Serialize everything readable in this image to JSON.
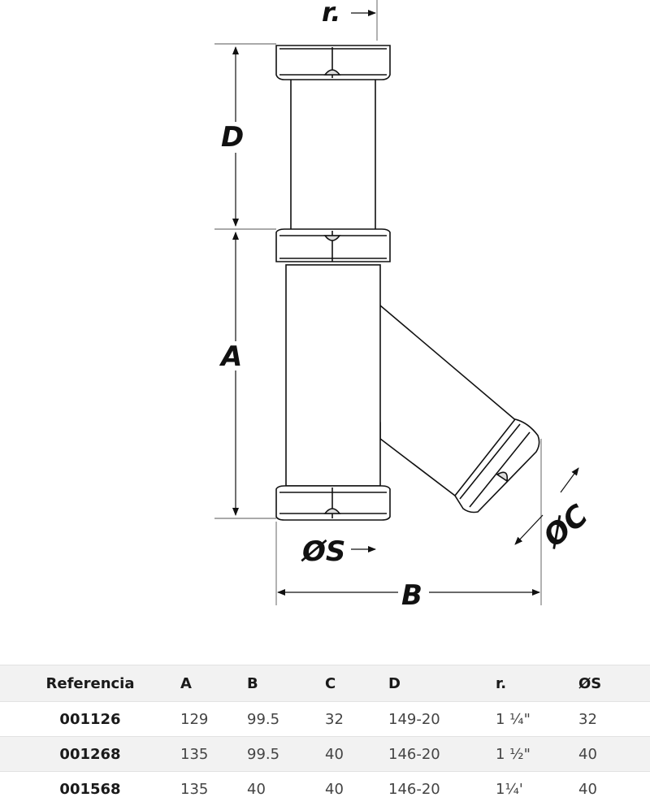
{
  "diagram": {
    "labels": {
      "r": "r.",
      "D": "D",
      "A": "A",
      "S": "ØS",
      "B": "B",
      "C": "ØC"
    }
  },
  "table": {
    "headers": [
      "Referencia",
      "A",
      "B",
      "C",
      "D",
      "r.",
      "ØS"
    ],
    "rows": [
      [
        "001126",
        "129",
        "99.5",
        "32",
        "149-20",
        "1 ¼\"",
        "32"
      ],
      [
        "001268",
        "135",
        "99.5",
        "40",
        "146-20",
        "1 ½\"",
        "40"
      ],
      [
        "001568",
        "135",
        "40",
        "40",
        "146-20",
        "1¼'",
        "40"
      ]
    ]
  }
}
